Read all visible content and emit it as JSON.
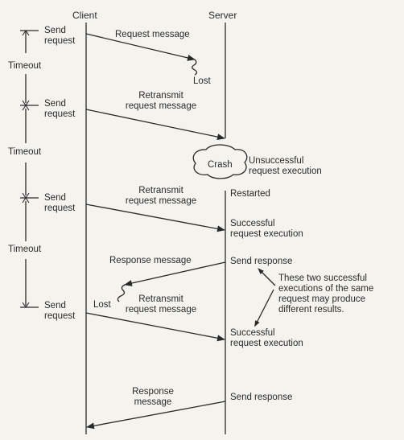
{
  "headers": {
    "client": "Client",
    "server": "Server"
  },
  "labels": {
    "send_request_1": [
      "Send",
      "request"
    ],
    "send_request_2": [
      "Send",
      "request"
    ],
    "send_request_3": [
      "Send",
      "request"
    ],
    "send_request_4": [
      "Send",
      "request"
    ],
    "timeout_1": "Timeout",
    "timeout_2": "Timeout",
    "timeout_3": "Timeout",
    "request_message": "Request message",
    "lost_1": "Lost",
    "retransmit_1": [
      "Retransmit",
      "request message"
    ],
    "crash": "Crash",
    "unsuccessful": [
      "Unsuccessful",
      "request execution"
    ],
    "restarted": "Restarted",
    "retransmit_2": [
      "Retransmit",
      "request message"
    ],
    "successful_1": [
      "Successful",
      "request execution"
    ],
    "response_message_1": "Response message",
    "send_response_1": "Send response",
    "note": [
      "These two successful",
      "executions of the same",
      "request may produce",
      "different results."
    ],
    "lost_2": "Lost",
    "retransmit_3": [
      "Retransmit",
      "request message"
    ],
    "successful_2": [
      "Successful",
      "request execution"
    ],
    "response_message_2": [
      "Response",
      "message"
    ],
    "send_response_2": "Send response"
  },
  "colors": {
    "ink": "#2a2a2a",
    "paper": "#f4f3ee"
  }
}
